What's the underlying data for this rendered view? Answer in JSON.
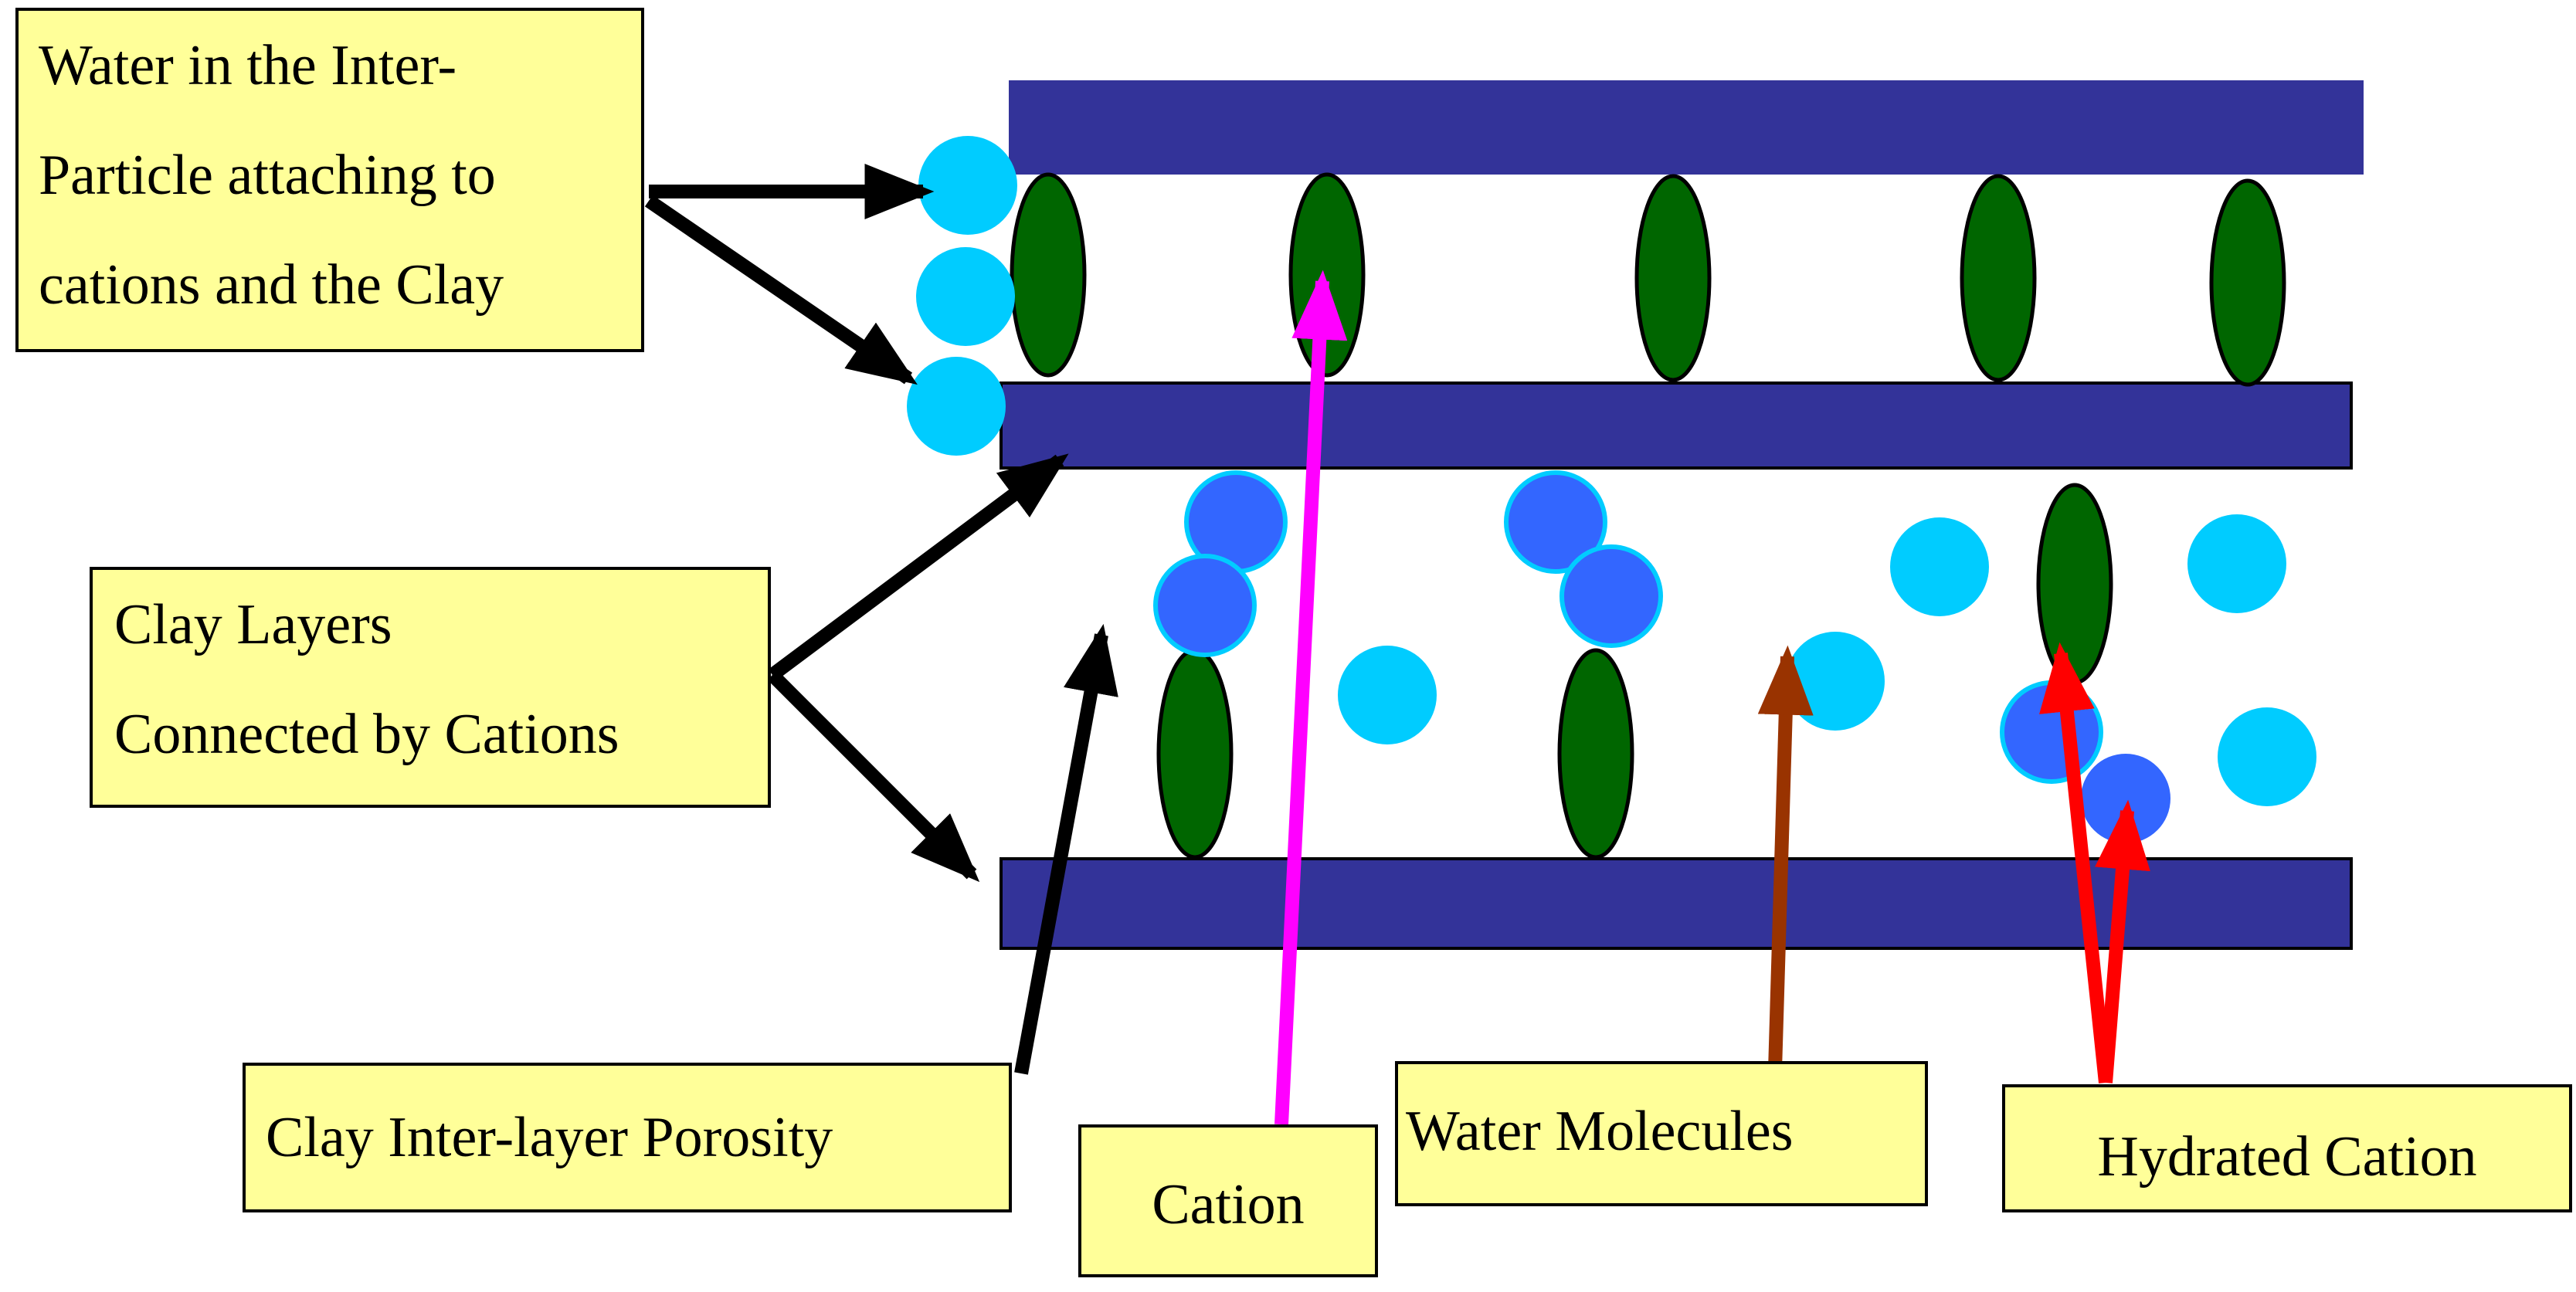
{
  "labels": {
    "water_inter_particle": [
      "Water in the Inter-",
      "Particle attaching to",
      "cations and the Clay"
    ],
    "clay_layers": [
      "Clay Layers",
      "Connected by Cations"
    ],
    "inter_layer_porosity": "Clay Inter-layer Porosity",
    "cation": "Cation",
    "water_molecules": "Water Molecules",
    "hydrated_cation": "Hydrated Cation"
  },
  "colors": {
    "clay_layer": "#333399",
    "cation": "#006600",
    "water_molecule": "#00ccff",
    "hydrated_water": "#3366ff",
    "label_fill": "#ffff99",
    "arrow_black": "#000000",
    "arrow_cation": "#ff00ff",
    "arrow_water": "#993300",
    "arrow_hydrated": "#ff0000"
  }
}
